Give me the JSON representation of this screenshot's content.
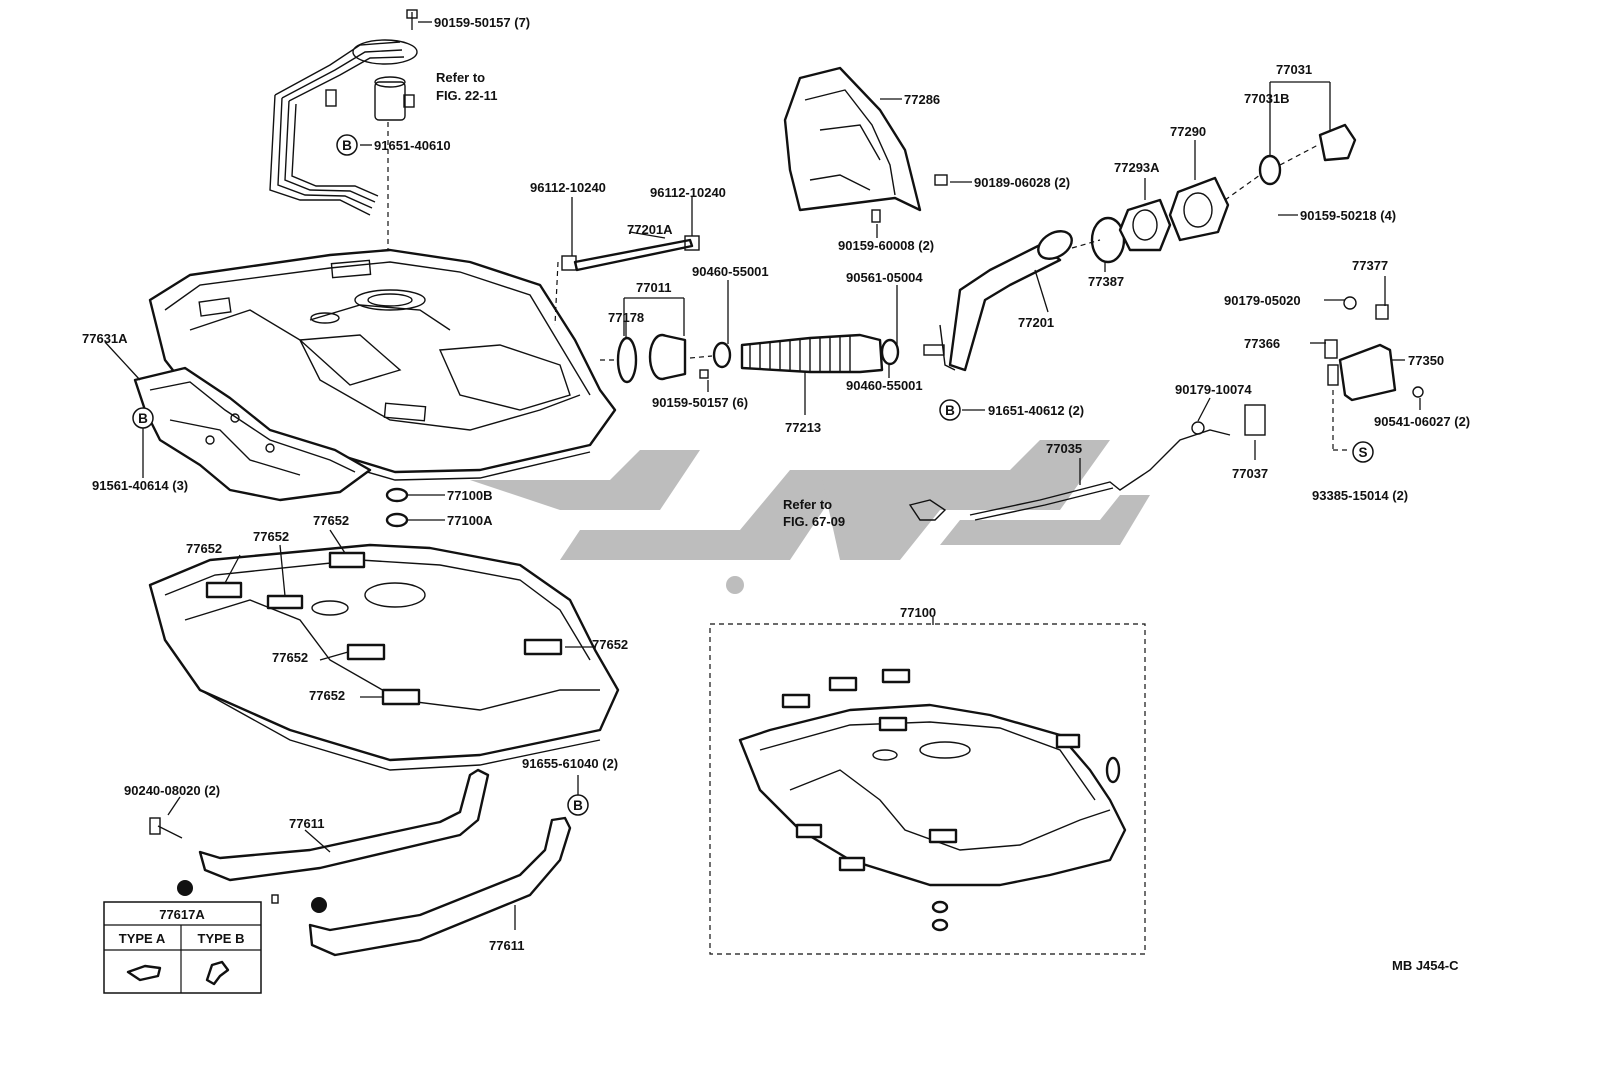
{
  "callouts": {
    "c1": "90159-50157 (7)",
    "c2": "Refer to",
    "c3": "FIG. 22-11",
    "c4": "91651-40610",
    "c5": "96112-10240",
    "c6": "96112-10240",
    "c7": "77201A",
    "c8": "77011",
    "c9": "77178",
    "c10": "90460-55001",
    "c11": "90159-50157 (6)",
    "c12": "77213",
    "c13": "77286",
    "c14": "90189-06028 (2)",
    "c15": "90159-60008 (2)",
    "c16": "90561-05004",
    "c17": "90460-55001",
    "c18": "91651-40612 (2)",
    "c19": "77201",
    "c20": "77387",
    "c21": "77293A",
    "c22": "77290",
    "c23": "77031",
    "c24": "77031B",
    "c25": "90159-50218 (4)",
    "c26": "77377",
    "c27": "90179-05020",
    "c28": "77366",
    "c29": "77350",
    "c30": "90541-06027 (2)",
    "c31": "93385-15014 (2)",
    "c32": "90179-10074",
    "c33": "77037",
    "c34": "77035",
    "c35": "Refer to",
    "c36": "FIG. 67-09",
    "c37": "77631A",
    "c38": "91561-40614 (3)",
    "c39": "77100B",
    "c40": "77100A",
    "c41": "77652",
    "c42": "77652",
    "c43": "77652",
    "c44": "77652",
    "c45": "77652",
    "c46": "77652",
    "c47": "77100",
    "c48": "90240-08020 (2)",
    "c49": "77611",
    "c50": "91655-61040 (2)",
    "c51": "77611",
    "c52": "MB J454-C"
  },
  "markers": {
    "b": "B",
    "s": "S"
  },
  "legend_box": {
    "title": "77617A",
    "type_a": "TYPE A",
    "type_b": "TYPE B"
  },
  "watermark": {
    "text": "قطعه‌پارت"
  }
}
